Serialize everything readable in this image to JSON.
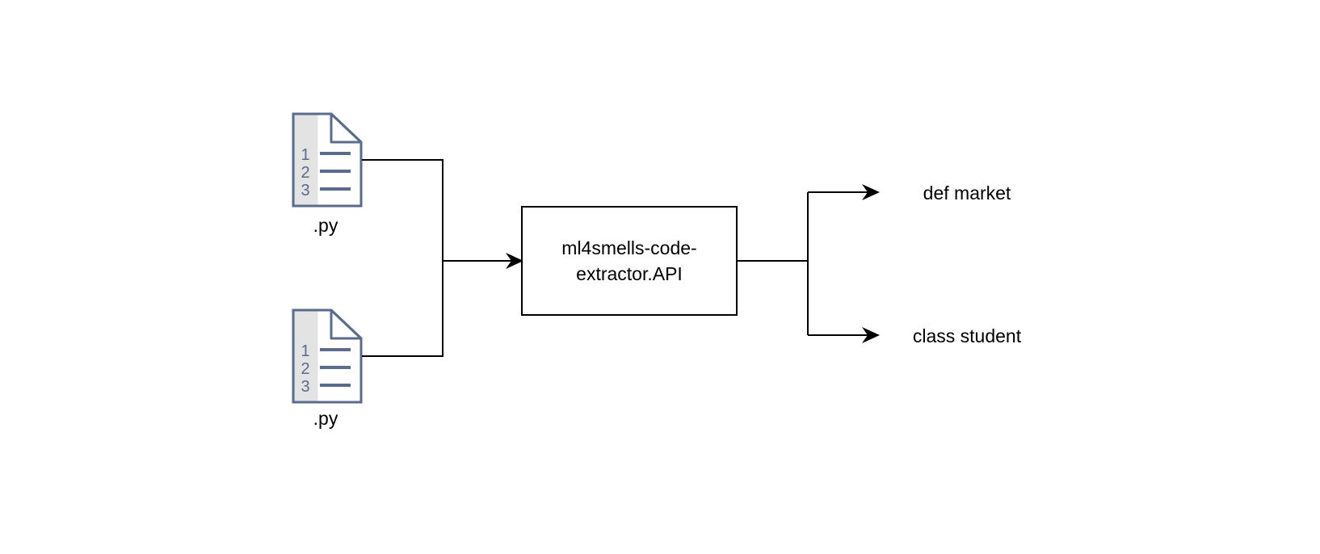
{
  "files": [
    {
      "label": ".py",
      "line_numbers": [
        "1",
        "2",
        "3"
      ]
    },
    {
      "label": ".py",
      "line_numbers": [
        "1",
        "2",
        "3"
      ]
    }
  ],
  "processor": {
    "line1": "ml4smells-code-",
    "line2": "extractor.API"
  },
  "outputs": [
    {
      "label": "def market"
    },
    {
      "label": "class student"
    }
  ],
  "icons": {
    "file": "code-file-icon"
  },
  "colors": {
    "icon_stroke": "#5a6b8c",
    "icon_gutter": "#e3e3e3",
    "line": "#000000",
    "background": "#ffffff"
  }
}
